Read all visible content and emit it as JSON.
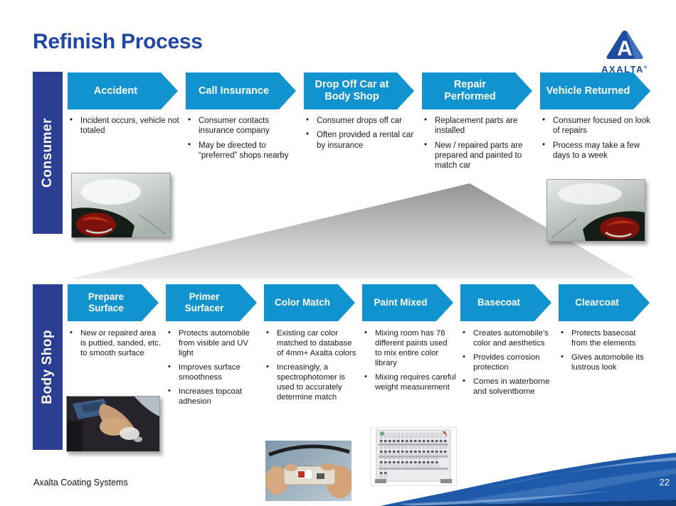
{
  "slide": {
    "title": "Refinish Process",
    "footer": "Axalta Coating Systems",
    "page_number": "22",
    "logo": {
      "brand": "AXALTA",
      "registered": "®",
      "letter": "A"
    }
  },
  "colors": {
    "chevron_blue": "#1193D0",
    "sidebar_blue": "#2B3E92",
    "title_blue": "#2047A5",
    "swoosh_blue": "#1E5AA9",
    "swoosh_dark": "#123C78",
    "text_dark": "#1A1A1A"
  },
  "icons": {
    "logo_mark": "axalta-a-mountain-logo",
    "images": [
      "damaged-car-taillight-photo",
      "repaired-car-taillight-photo",
      "sanding-photo",
      "spectrophotometer-photo",
      "paint-mixing-rack-photo"
    ]
  },
  "consumer_row": {
    "label": "Consumer",
    "steps": [
      {
        "title": "Accident",
        "bullets": [
          "Incident occurs, vehicle not totaled"
        ]
      },
      {
        "title": "Call Insurance",
        "bullets": [
          "Consumer contacts insurance company",
          "May be directed to “preferred” shops nearby"
        ]
      },
      {
        "title": "Drop Off Car at Body Shop",
        "bullets": [
          "Consumer drops off car",
          "Often provided a rental car by insurance"
        ]
      },
      {
        "title": "Repair Performed",
        "bullets": [
          "Replacement parts are installed",
          "New / repaired parts are prepared and painted to match car"
        ]
      },
      {
        "title": "Vehicle Returned",
        "bullets": [
          "Consumer focused on look of repairs",
          "Process may take a few days to a week"
        ]
      }
    ]
  },
  "bodyshop_row": {
    "label": "Body Shop",
    "steps": [
      {
        "title": "Prepare Surface",
        "bullets": [
          "New or repaired area is puttied, sanded, etc. to smooth surface"
        ]
      },
      {
        "title": "Primer Surfacer",
        "bullets": [
          "Protects automobile from visible and UV light",
          "Improves surface smoothness",
          "Increases topcoat adhesion"
        ]
      },
      {
        "title": "Color Match",
        "bullets": [
          "Existing car color matched to database of 4mm+ Axalta colors",
          "Increasingly, a spectrophotomer is used to accurately determine match"
        ]
      },
      {
        "title": "Paint Mixed",
        "bullets": [
          "Mixing room has 78 different paints used to mix entire color library",
          "Mixing requires careful weight measurement"
        ]
      },
      {
        "title": "Basecoat",
        "bullets": [
          "Creates automobile’s color and aesthetics",
          "Provides corrosion protection",
          "Comes in waterborne and solventborne"
        ]
      },
      {
        "title": "Clearcoat",
        "bullets": [
          "Protects basecoat from the elements",
          "Gives automobile its lustrous look"
        ]
      }
    ]
  }
}
